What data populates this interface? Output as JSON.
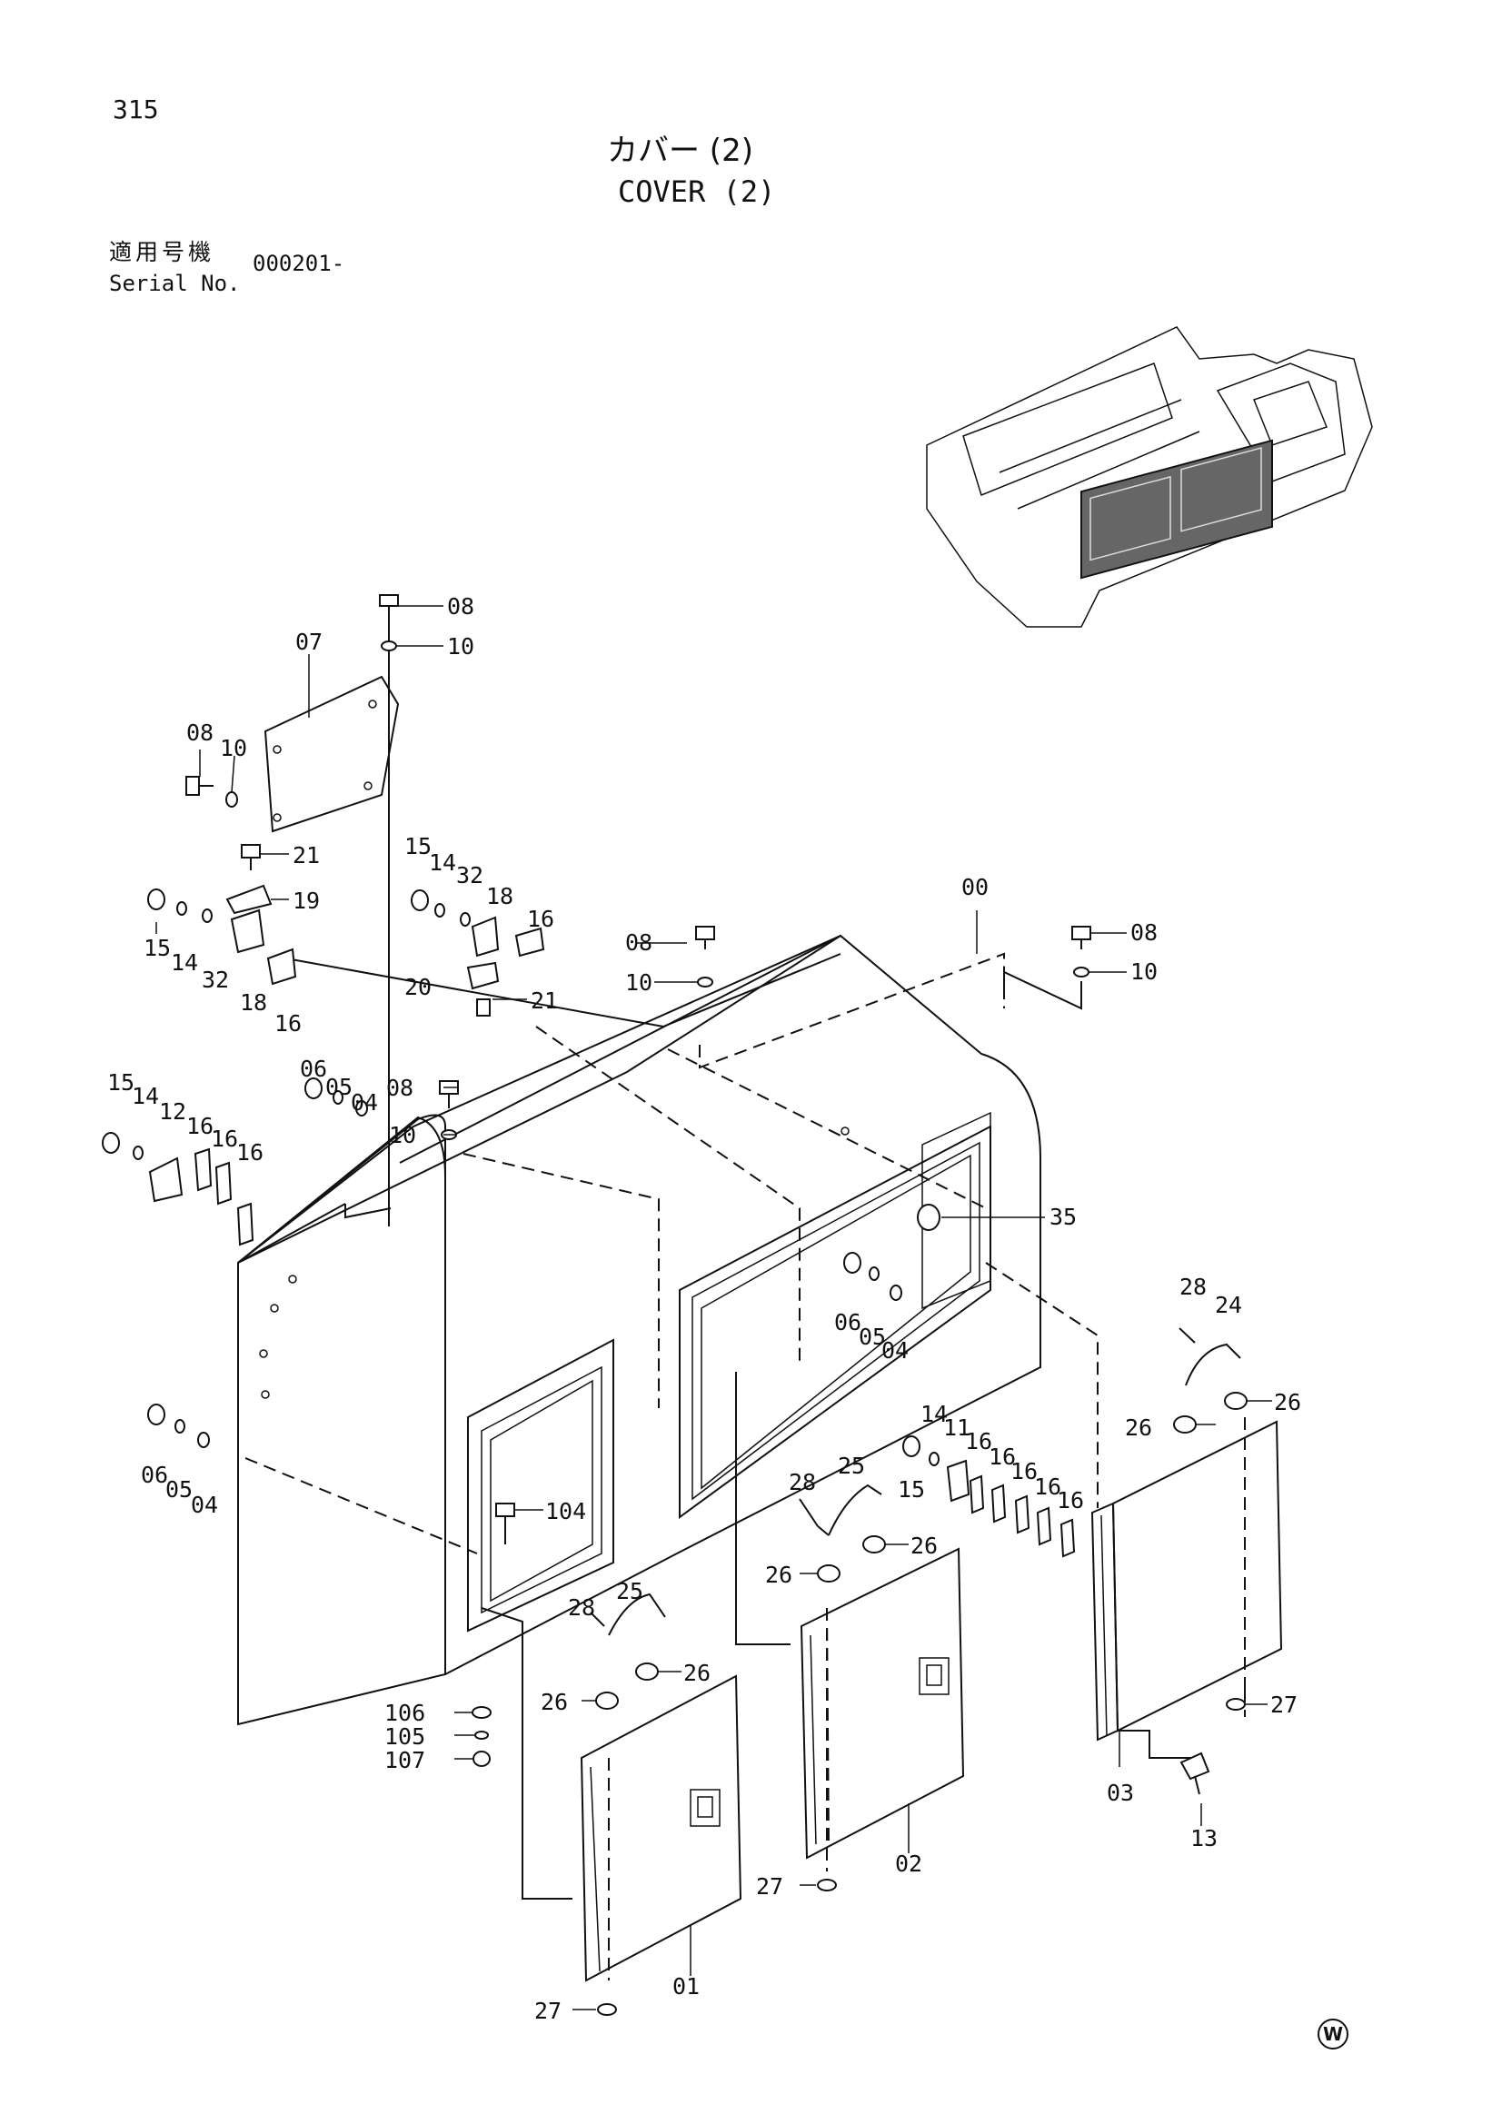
{
  "header": {
    "page_number": "315",
    "title_jp": "カバー (2)",
    "title_en": "COVER (2)",
    "serial_label_jp": "適用号機",
    "serial_label_en": "Serial No.",
    "serial_value": "000201-"
  },
  "footer": {
    "brand_mark": "W"
  },
  "part_labels": {
    "p00": "00",
    "p01": "01",
    "p02": "02",
    "p03": "03",
    "p04": "04",
    "p05": "05",
    "p06": "06",
    "p07": "07",
    "p08": "08",
    "p10": "10",
    "p11": "11",
    "p12": "12",
    "p13": "13",
    "p14": "14",
    "p15": "15",
    "p16": "16",
    "p18": "18",
    "p19": "19",
    "p20": "20",
    "p21": "21",
    "p24": "24",
    "p25": "25",
    "p26": "26",
    "p27": "27",
    "p28": "28",
    "p32": "32",
    "p35": "35",
    "p104": "104",
    "p105": "105",
    "p106": "106",
    "p107": "107"
  }
}
